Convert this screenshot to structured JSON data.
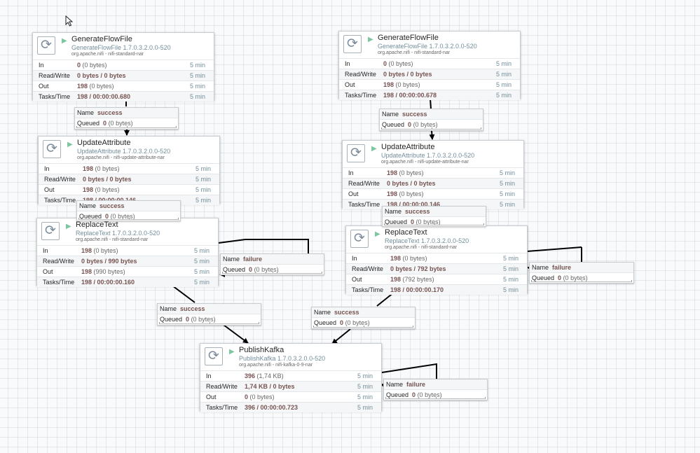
{
  "processors": {
    "gen1": {
      "name": "GenerateFlowFile",
      "type": "GenerateFlowFile 1.7.0.3.2.0.0-520",
      "bundle": "org.apache.nifi - nifi-standard-nar",
      "in_count": "0",
      "in_size": "(0 bytes)",
      "rw": "0 bytes / 0 bytes",
      "out_count": "198",
      "out_size": "(0 bytes)",
      "tasks": "198 / 00:00:00.680"
    },
    "gen2": {
      "name": "GenerateFlowFile",
      "type": "GenerateFlowFile 1.7.0.3.2.0.0-520",
      "bundle": "org.apache.nifi - nifi-standard-nar",
      "in_count": "0",
      "in_size": "(0 bytes)",
      "rw": "0 bytes / 0 bytes",
      "out_count": "198",
      "out_size": "(0 bytes)",
      "tasks": "198 / 00:00:00.678"
    },
    "upd1": {
      "name": "UpdateAttribute",
      "type": "UpdateAttribute 1.7.0.3.2.0.0-520",
      "bundle": "org.apache.nifi - nifi-update-attribute-nar",
      "in_count": "198",
      "in_size": "(0 bytes)",
      "rw": "0 bytes / 0 bytes",
      "out_count": "198",
      "out_size": "(0 bytes)",
      "tasks": "198 / 00:00:00.146"
    },
    "upd2": {
      "name": "UpdateAttribute",
      "type": "UpdateAttribute 1.7.0.3.2.0.0-520",
      "bundle": "org.apache.nifi - nifi-update-attribute-nar",
      "in_count": "198",
      "in_size": "(0 bytes)",
      "rw": "0 bytes / 0 bytes",
      "out_count": "198",
      "out_size": "(0 bytes)",
      "tasks": "198 / 00:00:00.146"
    },
    "rep1": {
      "name": "ReplaceText",
      "type": "ReplaceText 1.7.0.3.2.0.0-520",
      "bundle": "org.apache.nifi - nifi-standard-nar",
      "in_count": "198",
      "in_size": "(0 bytes)",
      "rw": "0 bytes / 990 bytes",
      "out_count": "198",
      "out_size": "(990 bytes)",
      "tasks": "198 / 00:00:00.160"
    },
    "rep2": {
      "name": "ReplaceText",
      "type": "ReplaceText 1.7.0.3.2.0.0-520",
      "bundle": "org.apache.nifi - nifi-standard-nar",
      "in_count": "198",
      "in_size": "(0 bytes)",
      "rw": "0 bytes / 792 bytes",
      "out_count": "198",
      "out_size": "(792 bytes)",
      "tasks": "198 / 00:00:00.170"
    },
    "kafka": {
      "name": "PublishKafka",
      "type": "PublishKafka 1.7.0.3.2.0.0-520",
      "bundle": "org.apache.nifi - nifi-kafka-0-9-nar",
      "in_count": "396",
      "in_size": "(1,74 KB)",
      "rw": "1,74 KB / 0 bytes",
      "out_count": "0",
      "out_size": "(0 bytes)",
      "tasks": "396 / 00:00:00.723"
    }
  },
  "labels": {
    "in": "In",
    "rw": "Read/Write",
    "out": "Out",
    "tasks": "Tasks/Time",
    "window": "5 min"
  },
  "connections": {
    "c1": {
      "name": "success",
      "queued_count": "0",
      "queued_size": "(0 bytes)"
    },
    "c2": {
      "name": "success",
      "queued_count": "0",
      "queued_size": "(0 bytes)"
    },
    "c3": {
      "name": "success",
      "queued_count": "0",
      "queued_size": "(0 bytes)"
    },
    "c4": {
      "name": "success",
      "queued_count": "0",
      "queued_size": "(0 bytes)"
    },
    "c5": {
      "name": "failure",
      "queued_count": "0",
      "queued_size": "(0 bytes)"
    },
    "c6": {
      "name": "failure",
      "queued_count": "0",
      "queued_size": "(0 bytes)"
    },
    "c7": {
      "name": "success",
      "queued_count": "0",
      "queued_size": "(0 bytes)"
    },
    "c8": {
      "name": "success",
      "queued_count": "0",
      "queued_size": "(0 bytes)"
    },
    "c9": {
      "name": "failure",
      "queued_count": "0",
      "queued_size": "(0 bytes)"
    }
  },
  "conn_labels": {
    "name": "Name",
    "queued": "Queued"
  },
  "icons": {
    "processor": "processor-icon",
    "running": "play-icon",
    "cursor": "mouse-cursor-icon"
  },
  "colors": {
    "running": "#7dc7a0",
    "value": "#775351",
    "type_text": "#728e9b"
  }
}
